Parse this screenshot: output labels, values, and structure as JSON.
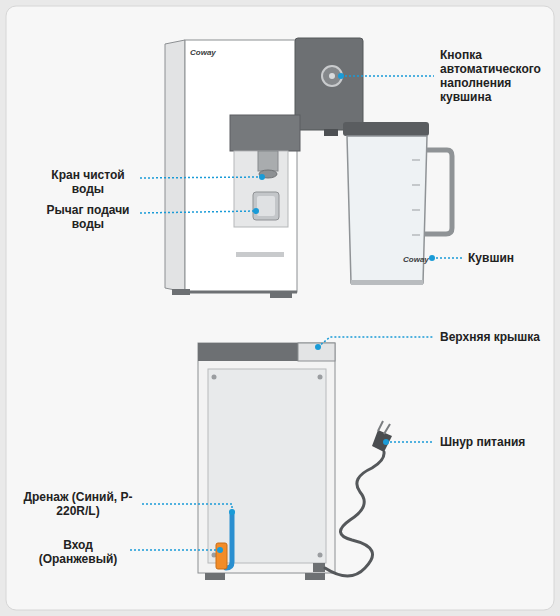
{
  "diagram": {
    "labels": [
      "Кнопка автоматического наполнения кувшина",
      "Кран чистой воды",
      "Рычаг подачи воды",
      "Кувшин",
      "Верхняя крышка",
      "Шнур питания",
      "Дренаж (Синий, P-220R/L)",
      "Вход (Оранжевый)",
      "Coway",
      "Coway"
    ]
  }
}
